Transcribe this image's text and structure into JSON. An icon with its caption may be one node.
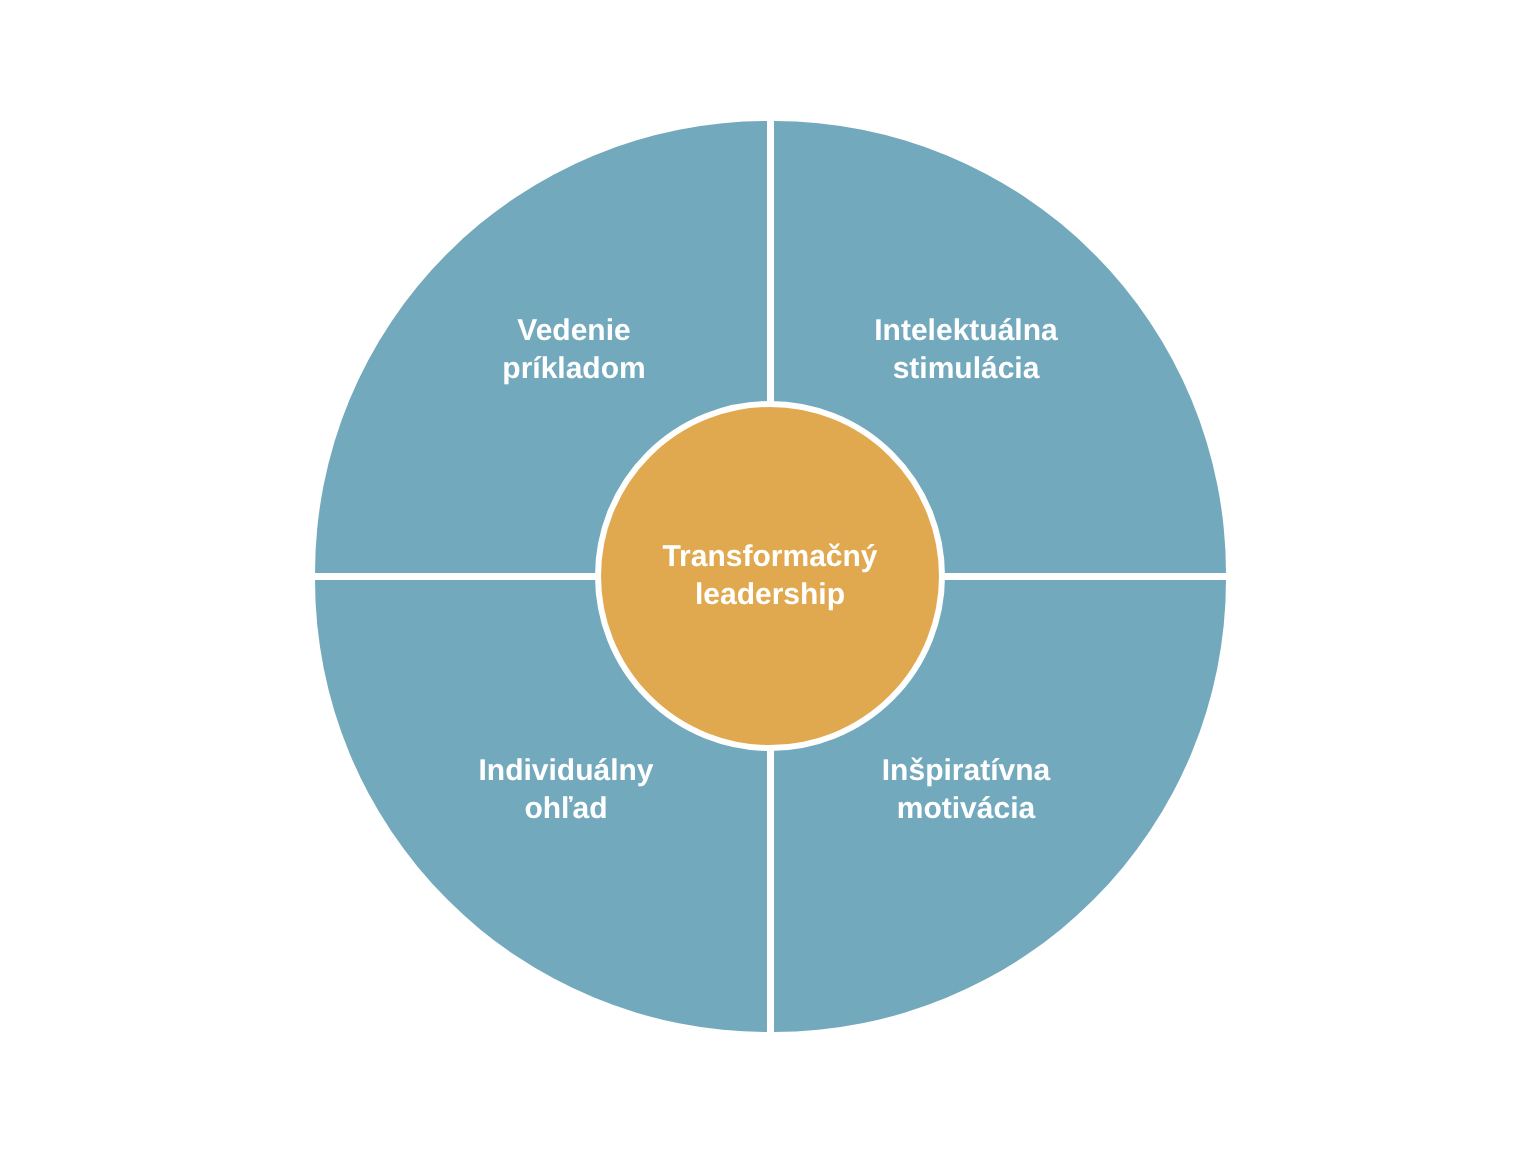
{
  "diagram": {
    "nodes": [
      {
        "text": [
          "Vedenie príkladom"
        ]
      },
      {
        "text": [
          "Intelektuálna stimulácia"
        ]
      },
      {
        "text": [
          "Transformačný leadership"
        ]
      },
      {
        "text": [
          "Individuálny ohľad"
        ]
      },
      {
        "text": [
          "Inšpiratívna motivácia"
        ]
      }
    ]
  }
}
